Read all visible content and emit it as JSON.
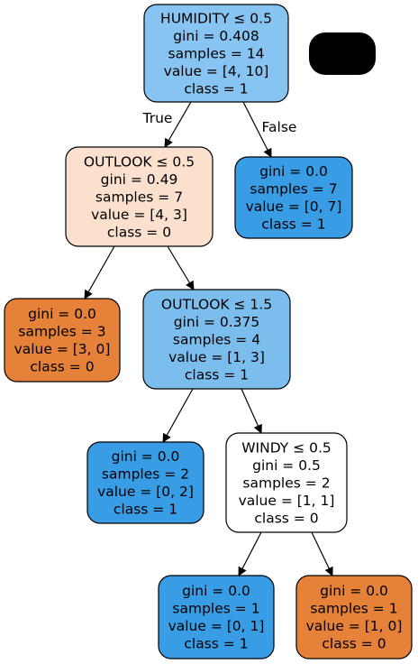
{
  "tree": {
    "nodes": [
      {
        "id": "root",
        "lines": [
          "HUMIDITY ≤ 0.5",
          "gini = 0.408",
          "samples = 14",
          "value = [4, 10]",
          "class = 1"
        ],
        "fill": "#88c4f1"
      },
      {
        "id": "n1",
        "lines": [
          "OUTLOOK ≤ 0.5",
          "gini = 0.49",
          "samples = 7",
          "value = [4, 3]",
          "class = 0"
        ],
        "fill": "#fbe0ce"
      },
      {
        "id": "n2",
        "lines": [
          "gini = 0.0",
          "samples = 7",
          "value = [0, 7]",
          "class = 1"
        ],
        "fill": "#399de5"
      },
      {
        "id": "n3",
        "lines": [
          "gini = 0.0",
          "samples = 3",
          "value = [3, 0]",
          "class = 0"
        ],
        "fill": "#e58139"
      },
      {
        "id": "n4",
        "lines": [
          "OUTLOOK ≤ 1.5",
          "gini = 0.375",
          "samples = 4",
          "value = [1, 3]",
          "class = 1"
        ],
        "fill": "#7bbeee"
      },
      {
        "id": "n5",
        "lines": [
          "gini = 0.0",
          "samples = 2",
          "value = [0, 2]",
          "class = 1"
        ],
        "fill": "#399de5"
      },
      {
        "id": "n6",
        "lines": [
          "WINDY ≤ 0.5",
          "gini = 0.5",
          "samples = 2",
          "value = [1, 1]",
          "class = 0"
        ],
        "fill": "#ffffff"
      },
      {
        "id": "n7",
        "lines": [
          "gini = 0.0",
          "samples = 1",
          "value = [0, 1]",
          "class = 1"
        ],
        "fill": "#399de5"
      },
      {
        "id": "n8",
        "lines": [
          "gini = 0.0",
          "samples = 1",
          "value = [1, 0]",
          "class = 0"
        ],
        "fill": "#e58139"
      }
    ],
    "edges": [
      {
        "from": "root",
        "to": "n1",
        "label": "True"
      },
      {
        "from": "root",
        "to": "n2",
        "label": "False"
      },
      {
        "from": "n1",
        "to": "n3",
        "label": ""
      },
      {
        "from": "n1",
        "to": "n4",
        "label": ""
      },
      {
        "from": "n4",
        "to": "n5",
        "label": ""
      },
      {
        "from": "n4",
        "to": "n6",
        "label": ""
      },
      {
        "from": "n6",
        "to": "n7",
        "label": ""
      },
      {
        "from": "n6",
        "to": "n8",
        "label": ""
      }
    ],
    "redaction_color": "#000000"
  }
}
